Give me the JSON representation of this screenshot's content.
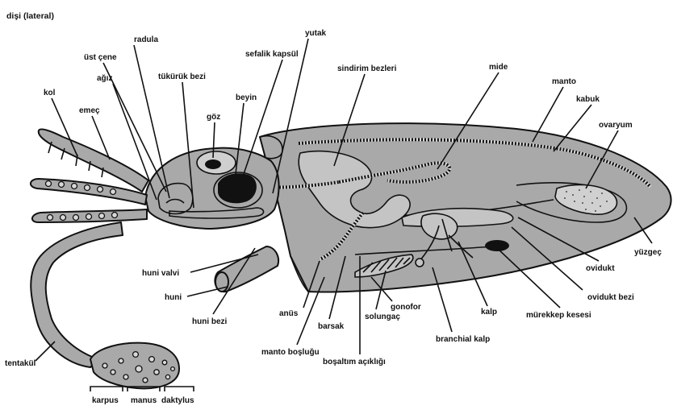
{
  "title": "dişi (lateral)",
  "labels": {
    "radula": "radula",
    "yutak": "yutak",
    "ust_cene": "üst çene",
    "sefalik_kapsul": "sefalik kapsül",
    "sindirim_bezleri": "sindirim bezleri",
    "agiz": "ağız",
    "tukuruk_bezi": "tükürük bezi",
    "mide": "mide",
    "manto": "manto",
    "kol": "kol",
    "beyin": "beyin",
    "kabuk": "kabuk",
    "emec": "emeç",
    "goz": "göz",
    "ovaryum": "ovaryum",
    "yuzgec": "yüzgeç",
    "ovidukt": "ovidukt",
    "huni_valvi": "huni valvi",
    "ovidukt_bezi": "ovidukt bezi",
    "huni": "huni",
    "gonofor": "gonofor",
    "kalp": "kalp",
    "murekkep_kesesi": "mürekkep kesesi",
    "anus": "anüs",
    "huni_bezi": "huni bezi",
    "barsak": "barsak",
    "solungac": "solungaç",
    "branchial_kalp": "branchial kalp",
    "manto_boslugu": "manto boşluğu",
    "bosaltim_acikligi": "boşaltım açıklığı",
    "tentakul": "tentakül",
    "karpus": "karpus",
    "manus": "manus",
    "daktylus": "daktylus"
  }
}
